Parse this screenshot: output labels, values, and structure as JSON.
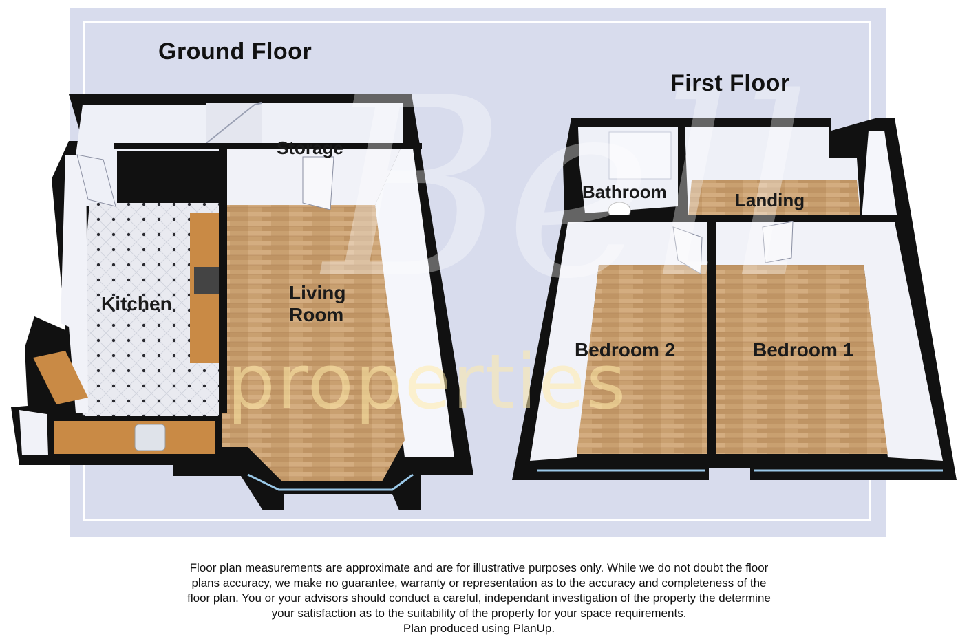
{
  "floors": {
    "ground": {
      "title": "Ground Floor",
      "rooms": {
        "kitchen": "Kitchen",
        "living_room_line1": "Living",
        "living_room_line2": "Room",
        "storage": "Storage"
      }
    },
    "first": {
      "title": "First Floor",
      "rooms": {
        "bathroom": "Bathroom",
        "landing": "Landing",
        "bedroom2": "Bedroom 2",
        "bedroom1": "Bedroom 1"
      }
    }
  },
  "watermark": {
    "mark": "Bell",
    "word": "properties"
  },
  "disclaimer": {
    "line1": "Floor plan measurements are approximate and are for illustrative purposes only. While we do not doubt the floor",
    "line2": "plans accuracy, we make no guarantee, warranty or representation as to the accuracy and completeness of the",
    "line3": "floor plan. You or your advisors should conduct a careful, independant investigation of the property the determine",
    "line4": "your satisfaction as to the suitability of the property for your space requirements.",
    "line5": "Plan produced using PlanUp."
  },
  "colors": {
    "background_panel": "#d8dced",
    "wall": "#111111",
    "wood_floor": "#c9a070",
    "kitchen_tile": "#e8e9ef",
    "inner_wall": "#eef0f7",
    "worktop": "#c98a45"
  }
}
